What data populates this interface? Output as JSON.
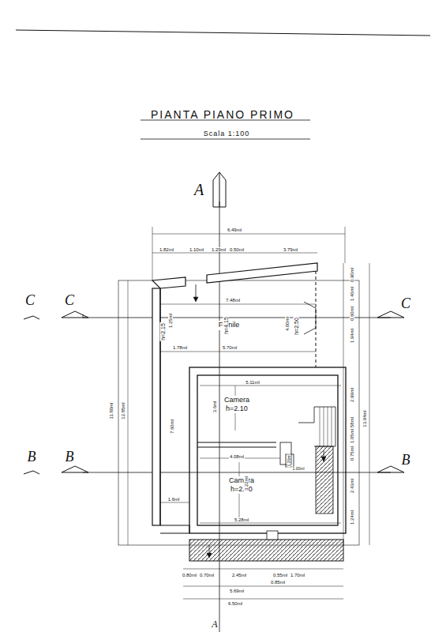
{
  "diagram": {
    "title": "PIANTA PIANO PRIMO",
    "caption": "Scala 1:100",
    "nodes": [
      {
        "text": [
          "Fienile"
        ]
      },
      {
        "text": [
          "Camera",
          "h=2.10"
        ]
      },
      {
        "text": [
          "Camera",
          "h=2.10"
        ]
      }
    ],
    "labels": [
      "A",
      "A",
      "C",
      "C",
      "C",
      "B",
      "B",
      "B",
      "6.49ml",
      "1.82ml",
      "1.10ml",
      "1.29ml",
      "0.50ml",
      "3.79ml",
      "7.48ml",
      "h=2.15",
      "1.25ml",
      "h=4.15",
      "4.00ml",
      "h=2.50",
      "1.78ml",
      "5.70ml",
      "5.11ml",
      "3.6ml",
      "11.80ml",
      "12.85ml",
      "13.94ml",
      "7.60ml",
      "0.90ml",
      "1.46ml",
      "0.60ml",
      "1.94ml",
      "2.99ml",
      "0.58ml",
      "1.05ml",
      "0.75ml",
      "2.43ml",
      "1.24ml",
      "4.08ml",
      "1.20ml",
      "1.00ml",
      "3.22ml",
      "1.6ml",
      "5.28ml",
      "0.80ml",
      "0.70ml",
      "2.45ml",
      "0.55ml",
      "1.70ml",
      "0.85ml",
      "5.69ml",
      "6.50ml"
    ]
  }
}
